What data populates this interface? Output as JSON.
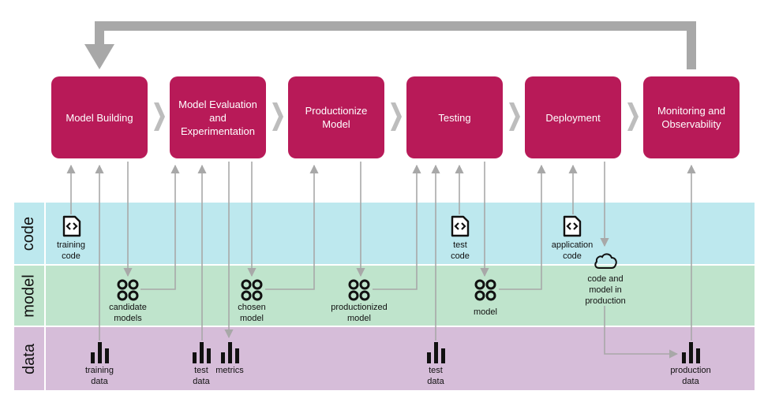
{
  "colors": {
    "stage_fill": "#b81a58",
    "arrow_grey": "#a8a8a8",
    "code_band": "#bde8ee",
    "model_band": "#bfe4cc",
    "data_band": "#d6bdd9",
    "chevron": "#bdbdbd",
    "icon": "#111111"
  },
  "stages": [
    {
      "label": "Model Building"
    },
    {
      "label": "Model Evaluation and Experimentation"
    },
    {
      "label": "Productionize Model"
    },
    {
      "label": "Testing"
    },
    {
      "label": "Deployment"
    },
    {
      "label": "Monitoring and Observability"
    }
  ],
  "bands": {
    "code": "code",
    "model": "model",
    "data": "data"
  },
  "items": {
    "training_code": "training\ncode",
    "test_code": "test\ncode",
    "application_code": "application\ncode",
    "code_and_model_in_production": "code and\nmodel in\nproduction",
    "candidate_models": "candidate\nmodels",
    "chosen_model": "chosen\nmodel",
    "productionized_model": "productionized\nmodel",
    "model": "model",
    "training_data": "training\ndata",
    "test_data_eval": "test\ndata",
    "metrics": "metrics",
    "test_data_testing": "test\ndata",
    "production_data": "production\ndata"
  },
  "icons": {
    "code_file": "code-file-icon",
    "model": "model-icon",
    "data": "bar-chart-icon",
    "cloud": "cloud-icon"
  }
}
